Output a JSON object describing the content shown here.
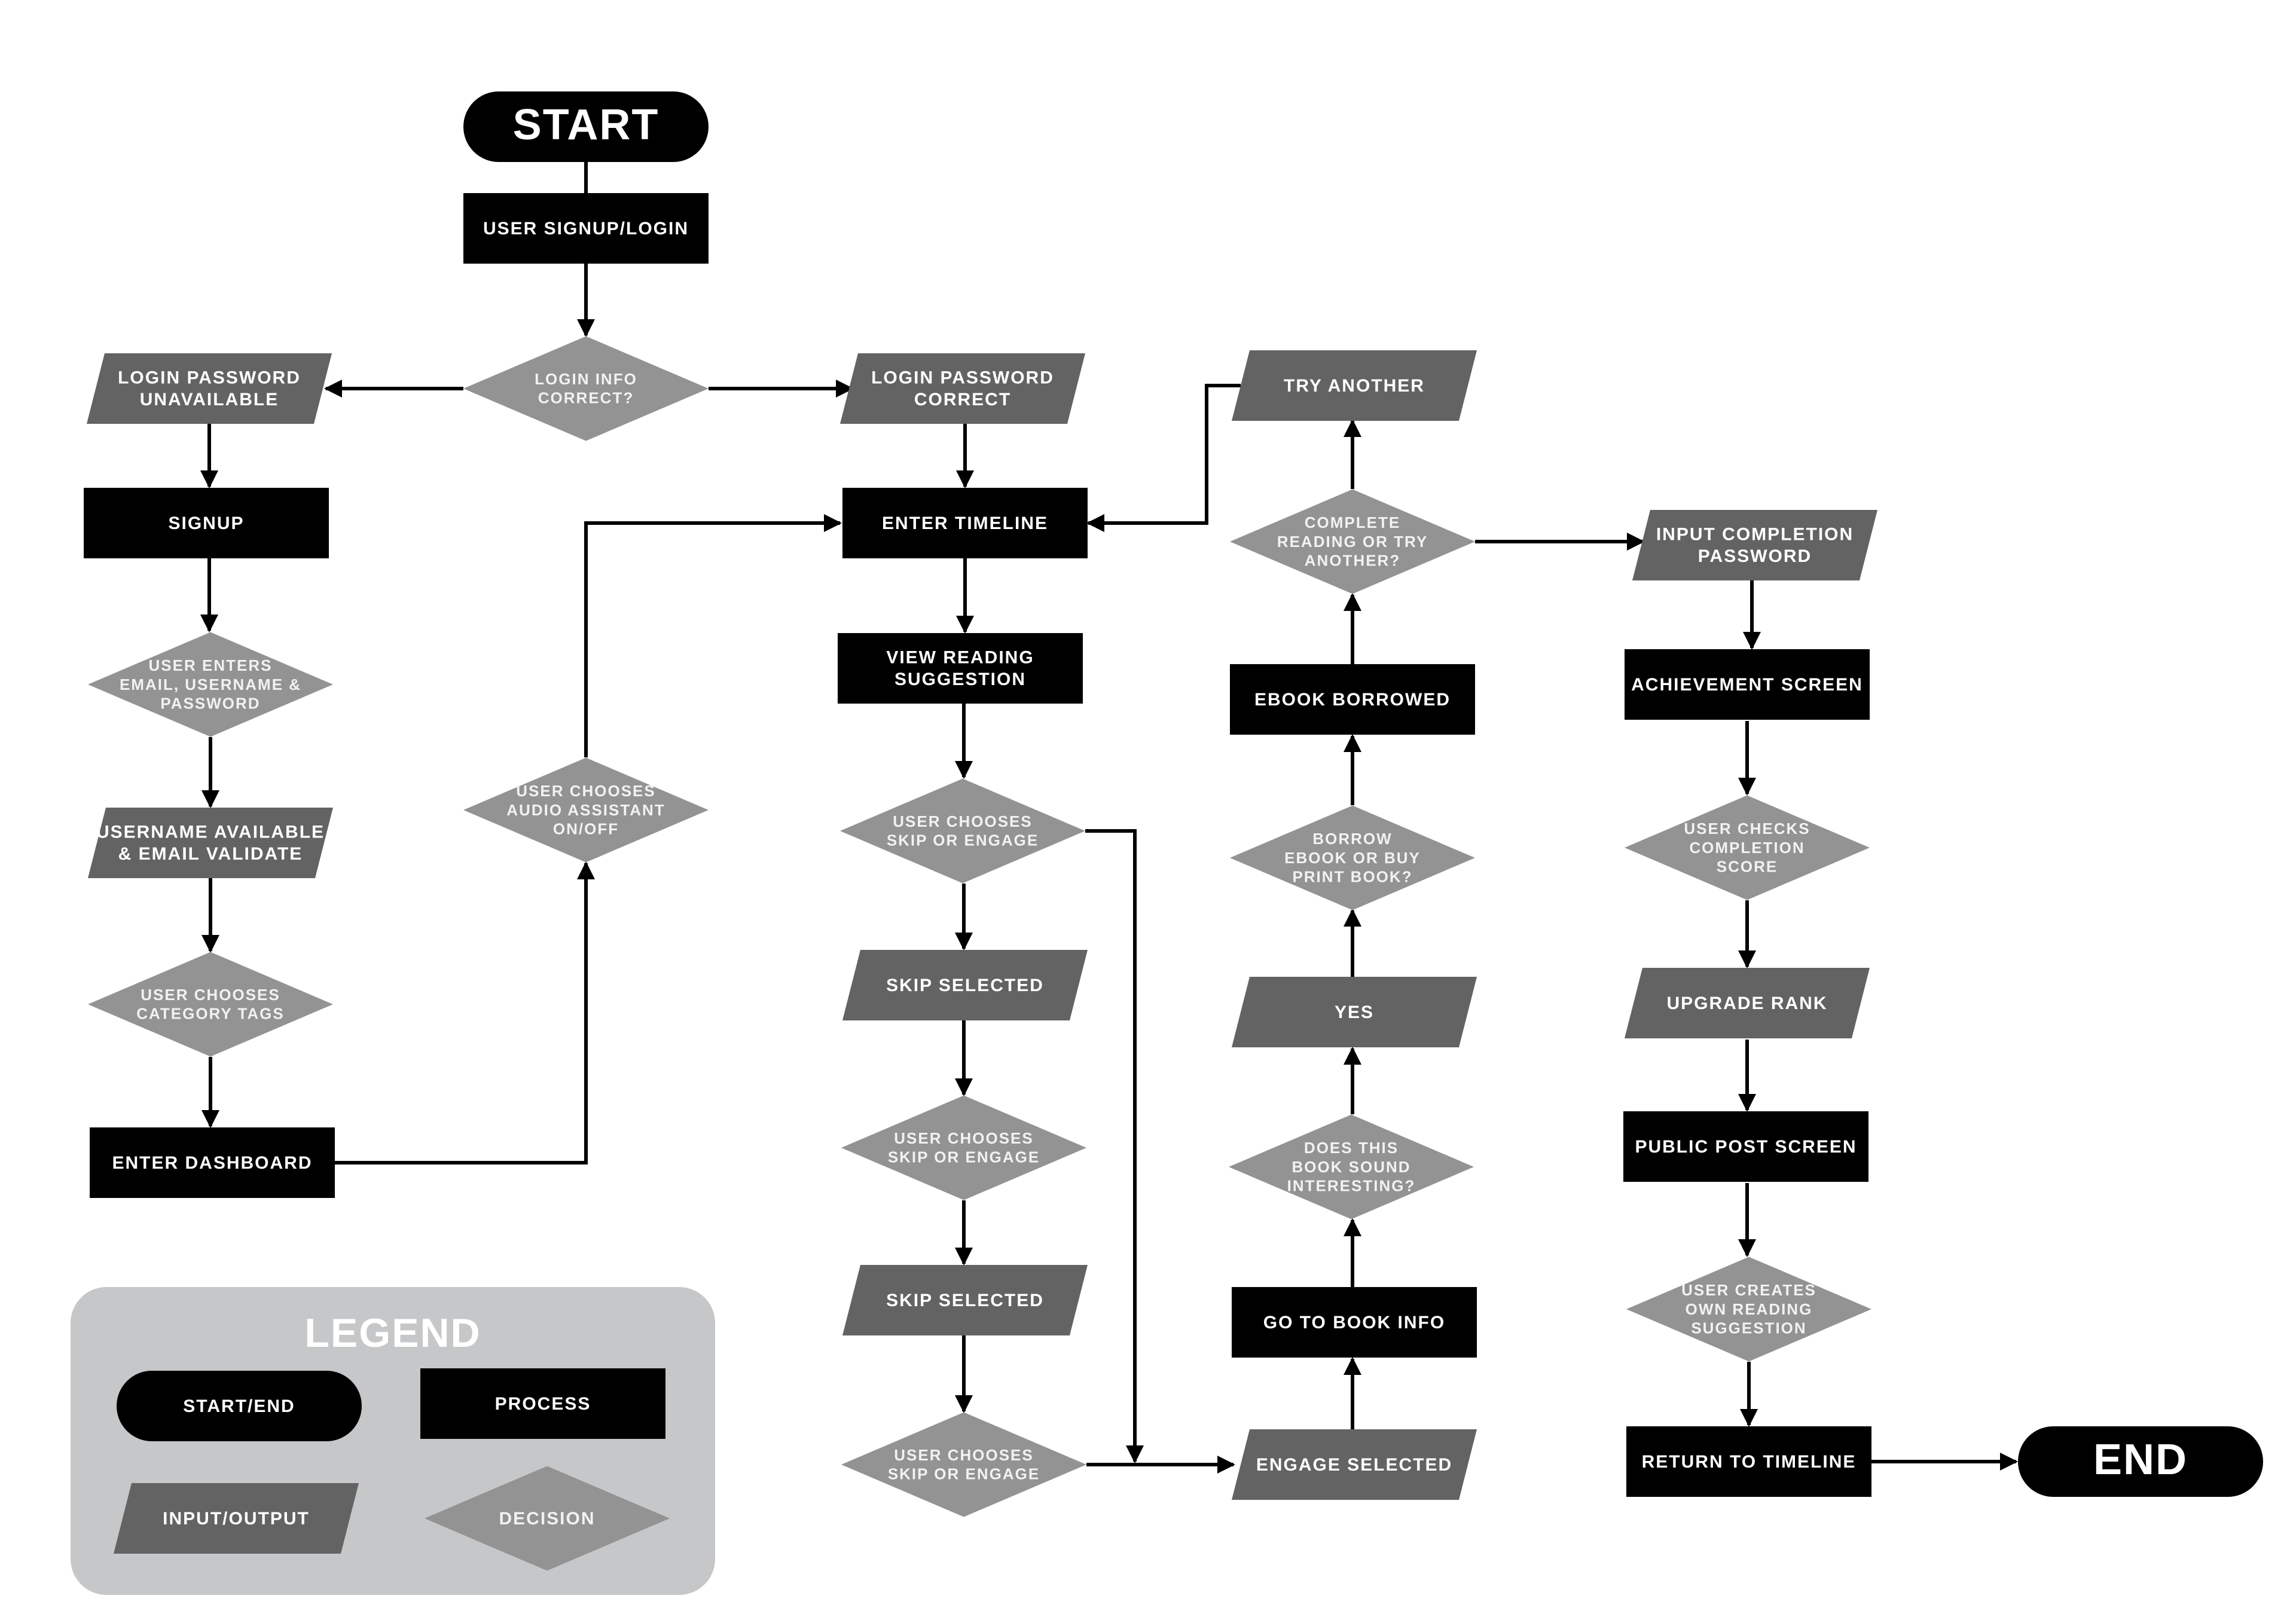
{
  "colors": {
    "terminal": "#000000",
    "process": "#000000",
    "io": "#636363",
    "decision": "#939393",
    "legend_bg": "#c6c7c9",
    "line": "#000000"
  },
  "nodes": {
    "start": [
      "START"
    ],
    "signup_login": [
      "USER SIGNUP/LOGIN"
    ],
    "login_correct_q": [
      "LOGIN INFO",
      "CORRECT?"
    ],
    "pw_unavailable": [
      "LOGIN PASSWORD",
      "UNAVAILABLE"
    ],
    "pw_correct": [
      "LOGIN PASSWORD",
      "CORRECT"
    ],
    "signup": [
      "SIGNUP"
    ],
    "enters_email": [
      "USER ENTERS",
      "EMAIL, USERNAME &",
      "PASSWORD"
    ],
    "username_available": [
      "USERNAME AVAILABLE",
      "& EMAIL VALIDATE"
    ],
    "category_tags": [
      "USER CHOOSES",
      "CATEGORY TAGS"
    ],
    "enter_dashboard": [
      "ENTER DASHBOARD"
    ],
    "audio_assistant": [
      "USER CHOOSES",
      "AUDIO ASSISTANT",
      "ON/OFF"
    ],
    "enter_timeline": [
      "ENTER TIMELINE"
    ],
    "view_suggestion": [
      "VIEW READING",
      "SUGGESTION"
    ],
    "skip_engage_1": [
      "USER CHOOSES",
      "SKIP OR ENGAGE"
    ],
    "skip_selected_1": [
      "SKIP SELECTED"
    ],
    "skip_engage_2": [
      "USER CHOOSES",
      "SKIP OR ENGAGE"
    ],
    "skip_selected_2": [
      "SKIP SELECTED"
    ],
    "skip_engage_3": [
      "USER CHOOSES",
      "SKIP OR ENGAGE"
    ],
    "engage_selected": [
      "ENGAGE SELECTED"
    ],
    "go_book_info": [
      "GO TO BOOK INFO"
    ],
    "sound_interesting": [
      "DOES THIS",
      "BOOK SOUND",
      "INTERESTING?"
    ],
    "yes": [
      "YES"
    ],
    "borrow_q": [
      "BORROW",
      "EBOOK OR BUY",
      "PRINT BOOK?"
    ],
    "ebook_borrowed": [
      "EBOOK BORROWED"
    ],
    "complete_q": [
      "COMPLETE",
      "READING OR TRY",
      "ANOTHER?"
    ],
    "try_another": [
      "TRY ANOTHER"
    ],
    "input_completion": [
      "INPUT COMPLETION",
      "PASSWORD"
    ],
    "achievement": [
      "ACHIEVEMENT SCREEN"
    ],
    "checks_score": [
      "USER CHECKS",
      "COMPLETION",
      "SCORE"
    ],
    "upgrade_rank": [
      "UPGRADE RANK"
    ],
    "public_post": [
      "PUBLIC POST SCREEN"
    ],
    "creates_suggestion": [
      "USER CREATES",
      "OWN READING",
      "SUGGESTION"
    ],
    "return_timeline": [
      "RETURN TO  TIMELINE"
    ],
    "end": [
      "END"
    ]
  },
  "legend": {
    "title": "LEGEND",
    "start_end": "START/END",
    "process": "PROCESS",
    "input_output": "INPUT/OUTPUT",
    "decision": "DECISION"
  }
}
